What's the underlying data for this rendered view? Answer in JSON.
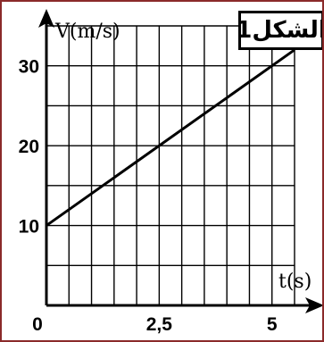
{
  "figure": {
    "label": "الشكل1"
  },
  "chart_data": {
    "type": "line",
    "ylabel": "V(m/s)",
    "xlabel": "t(s)",
    "xlim": [
      0,
      5.5
    ],
    "ylim": [
      0,
      35
    ],
    "grid": true,
    "x_ticks": [
      0,
      2.5,
      5
    ],
    "x_tick_labels": [
      "0",
      "2,5",
      "5"
    ],
    "y_ticks": [
      10,
      20,
      30
    ],
    "y_tick_labels": [
      "10",
      "20",
      "30"
    ],
    "series": [
      {
        "x": [
          0,
          5.5
        ],
        "y": [
          10,
          32
        ]
      }
    ]
  }
}
